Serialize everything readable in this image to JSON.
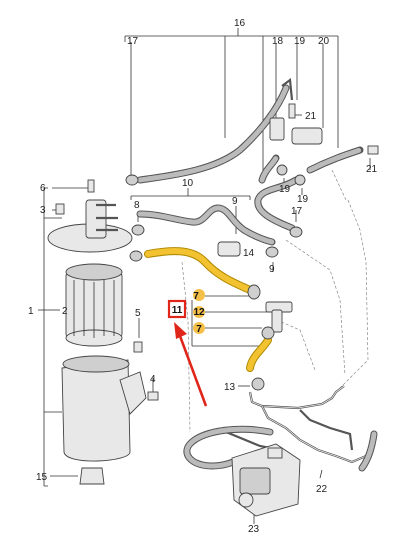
{
  "labels": {
    "l1": "1",
    "l2": "2",
    "l3": "3",
    "l4": "4",
    "l5": "5",
    "l6": "6",
    "l7a": "7",
    "l7b": "7",
    "l8": "8",
    "l9a": "9",
    "l9b": "9",
    "l10": "10",
    "l11": "11",
    "l12": "12",
    "l13": "13",
    "l14": "14",
    "l15": "15",
    "l16": "16",
    "l17a": "17",
    "l17b": "17",
    "l18": "18",
    "l19a": "19",
    "l19b": "19",
    "l19c": "19",
    "l20": "20",
    "l21a": "21",
    "l21b": "21",
    "l22": "22",
    "l23": "23"
  },
  "colors": {
    "highlight_hose": "#f2c230",
    "highlight_badge": "#f5c04a",
    "callout_box": "#e0261b",
    "arrow": "#e0261b"
  }
}
